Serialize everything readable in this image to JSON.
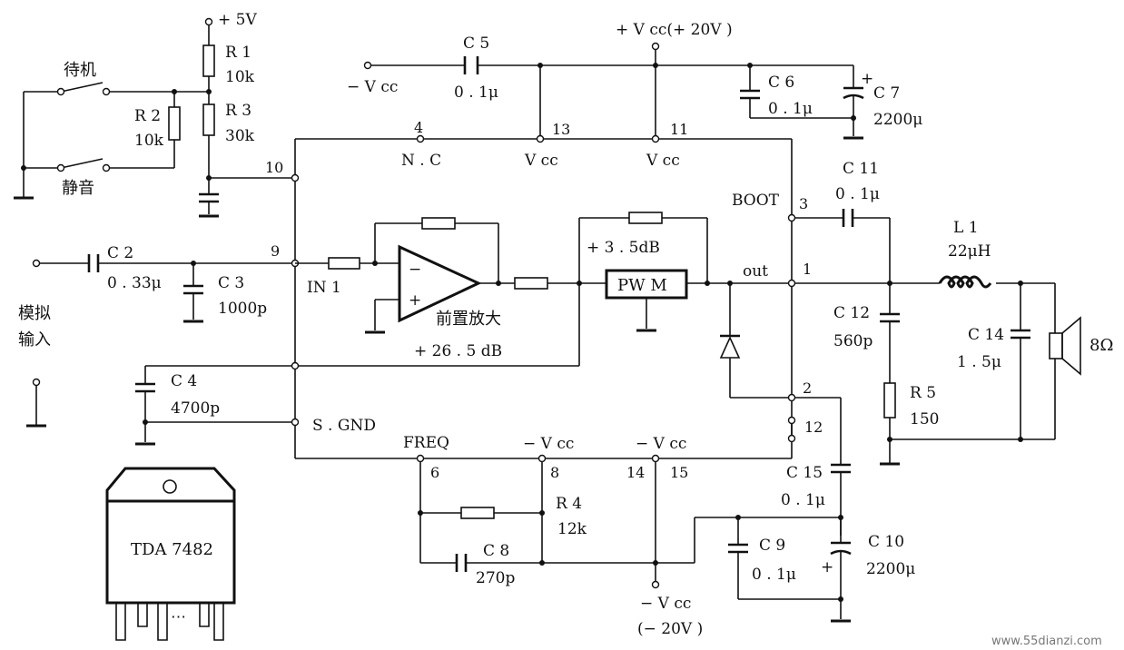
{
  "supply": {
    "plus5v": "+ 5V",
    "plus_vcc": "+ V cc(+ 20V )",
    "minus_vcc_left": "− V cc",
    "minus_vcc_bottom": "− V cc",
    "minus_20v": "(− 20V )"
  },
  "switches": {
    "standby": "待机",
    "mute": "静音"
  },
  "input": {
    "label_line1": "模拟",
    "label_line2": "输入"
  },
  "components": {
    "r1": {
      "name": "R 1",
      "value": "10k"
    },
    "r2": {
      "name": "R 2",
      "value": "10k"
    },
    "r3": {
      "name": "R 3",
      "value": "30k"
    },
    "r4": {
      "name": "R 4",
      "value": "12k"
    },
    "r5": {
      "name": "R 5",
      "value": "150"
    },
    "c2": {
      "name": "C 2",
      "value": "0 . 33μ"
    },
    "c3": {
      "name": "C 3",
      "value": "1000p"
    },
    "c4": {
      "name": "C 4",
      "value": "4700p"
    },
    "c5": {
      "name": "C 5",
      "value": "0 . 1μ"
    },
    "c6": {
      "name": "C 6",
      "value": "0 . 1μ"
    },
    "c7": {
      "name": "C 7",
      "value": "2200μ"
    },
    "c8": {
      "name": "C 8",
      "value": "270p"
    },
    "c9": {
      "name": "C 9",
      "value": "0 . 1μ"
    },
    "c10": {
      "name": "C 10",
      "value": "2200μ"
    },
    "c11": {
      "name": "C 11",
      "value": "0 . 1μ"
    },
    "c12": {
      "name": "C 12",
      "value": "560p"
    },
    "c14": {
      "name": "C 14",
      "value": "1 . 5μ"
    },
    "c15": {
      "name": "C 15",
      "value": "0 . 1μ"
    },
    "l1": {
      "name": "L 1",
      "value": "22μH"
    },
    "speaker": "8Ω"
  },
  "ic": {
    "pins": {
      "p1": "1",
      "p2": "2",
      "p3": "3",
      "p4": "4",
      "p6": "6",
      "p8": "8",
      "p9": "9",
      "p10": "10",
      "p11": "11",
      "p12": "12",
      "p13": "13",
      "p14": "14",
      "p15": "15"
    },
    "pin_labels": {
      "nc": "N . C",
      "vcc13": "V cc",
      "vcc11": "V cc",
      "boot": "BOOT",
      "out": "out",
      "in1": "IN 1",
      "sgnd": "S . GND",
      "freq": "FREQ",
      "minus_vcc8": "− V cc",
      "minus_vcc14": "− V cc"
    },
    "preamp_label": "前置放大",
    "preamp_gain": "+ 26 . 5 dB",
    "pwm_label": "PW M",
    "pwm_gain": "+ 3 . 5dB",
    "opamp_minus": "−",
    "opamp_plus": "+",
    "package_label": "TDA 7482",
    "package_pin_dots": "⋯"
  },
  "polarity": {
    "c7_plus": "+",
    "c10_plus": "+"
  },
  "watermark": "www.55dianzi.com"
}
